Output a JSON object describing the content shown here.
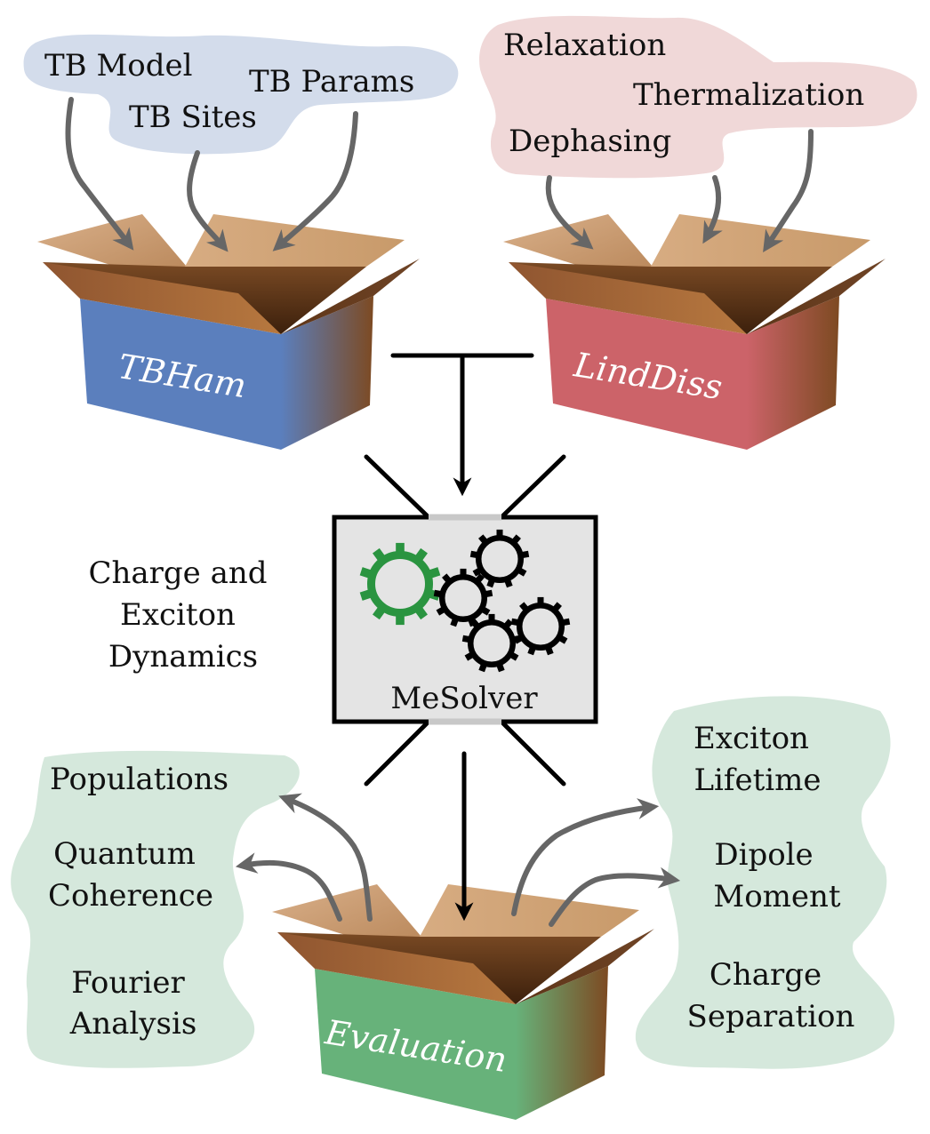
{
  "inputs_tb": {
    "items": [
      "TB Model",
      "TB Sites",
      "TB Params"
    ],
    "cloud_color": "#d3dceb"
  },
  "inputs_diss": {
    "items": [
      "Relaxation",
      "Thermalization",
      "Dephasing"
    ],
    "cloud_color": "#f0d8d8"
  },
  "boxes": {
    "tbham": {
      "label": "TBHam",
      "color": "#5b7fbd"
    },
    "linddiss": {
      "label": "LindDiss",
      "color": "#cc6369"
    },
    "evaluation": {
      "label": "Evaluation",
      "color": "#67b27a"
    }
  },
  "solver": {
    "label": "MeSolver",
    "caption": [
      "Charge and",
      "Exciton",
      "Dynamics"
    ],
    "highlight_gear_color": "#2a9440"
  },
  "outputs_left": {
    "items": [
      "Populations",
      "Quantum",
      "Coherence",
      "Fourier",
      "Analysis"
    ],
    "cloud_color": "#d5e8dc"
  },
  "outputs_right": {
    "items": [
      "Exciton",
      "Lifetime",
      "Dipole",
      "Moment",
      "Charge",
      "Separation"
    ],
    "cloud_color": "#d5e8dc"
  }
}
